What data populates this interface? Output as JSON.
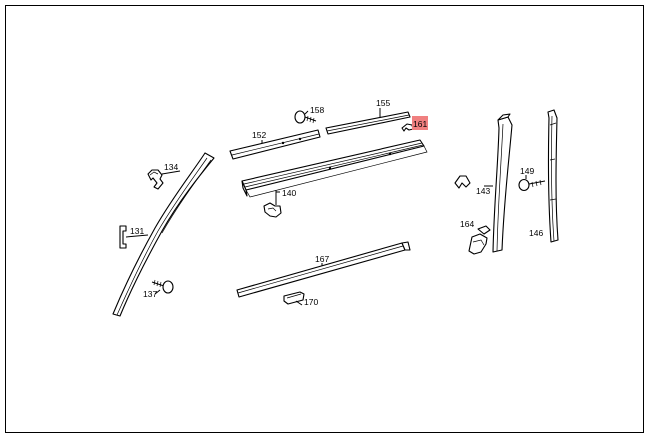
{
  "diagram": {
    "labels": {
      "p131": "131",
      "p134": "134",
      "p137": "137",
      "p140": "140",
      "p143": "143",
      "p146": "146",
      "p149": "149",
      "p152": "152",
      "p155": "155",
      "p158": "158",
      "p161": "161",
      "p164": "164",
      "p167": "167",
      "p170": "170"
    },
    "highlight_color": "#f08080",
    "highlighted_part": "161"
  }
}
